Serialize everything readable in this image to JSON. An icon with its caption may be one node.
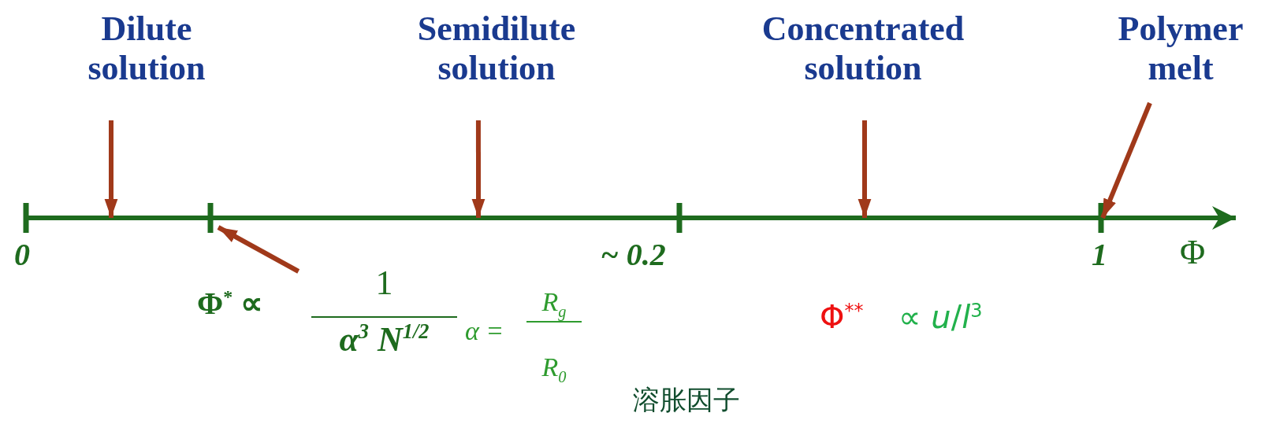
{
  "diagram": {
    "nodes": [
      {
        "text": [
          "Dilute solution"
        ]
      },
      {
        "text": [
          "Semidilute solution"
        ]
      },
      {
        "text": [
          "Concentrated solution"
        ]
      },
      {
        "text": [
          "Polymer melt"
        ]
      },
      {
        "text": [
          "Φ$^{*}$ ∝",
          "1",
          "α$^{3}$ N$^{1/2}$"
        ]
      }
    ],
    "edges": [
      {
        "from": 0,
        "to": null,
        "arrow": "to"
      },
      {
        "from": 1,
        "to": null,
        "arrow": "to"
      },
      {
        "from": 2,
        "to": null,
        "arrow": "to"
      },
      {
        "from": 3,
        "to": null,
        "arrow": "to"
      },
      {
        "from": 4,
        "to": null,
        "arrow": "to"
      }
    ],
    "labels": [
      "0",
      "~ 0.2",
      "1",
      "Φ",
      "α =",
      "R$_{g}$",
      "R$_{0}$",
      "溶胀因子",
      "Φ$^{**}$",
      "∝ *u*/*l*$^{3}$"
    ]
  }
}
